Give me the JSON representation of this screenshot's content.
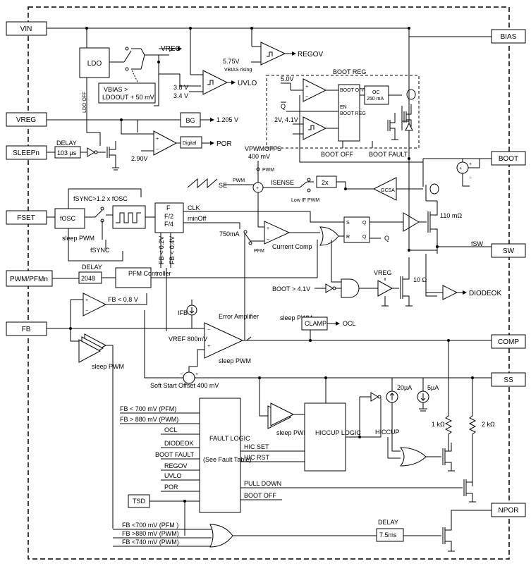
{
  "pins_left": {
    "vin": "VIN",
    "vreg": "VREG",
    "sleepn": "SLEEPn",
    "fset": "FSET",
    "pwm_pfmn": "PWM/PFMn",
    "fb": "FB"
  },
  "pins_right": {
    "bias": "BIAS",
    "boot": "BOOT",
    "sw": "SW",
    "comp": "COMP",
    "ss": "SS",
    "npor": "NPOR"
  },
  "blocks": {
    "ldo": "LDO",
    "ldo_off": "LDO OFF",
    "bg": "BG",
    "bg_out": "1.205 V",
    "vreg_out": "VREG",
    "regov": "REGOV",
    "regov_v": "5.75V",
    "regov_cond": "VBIAS rising",
    "uvlo": "UVLO",
    "uvlo_v1": "3.8 V",
    "uvlo_v2": "3.4 V",
    "vbias_cond1": "VBIAS >",
    "vbias_cond2": "LDOOUT + 50 mV",
    "por": "POR",
    "por_v": "2.90V",
    "digital": "Digital",
    "delay": "DELAY",
    "delay_val": "103 µs",
    "boot_reg": "BOOT REG",
    "boot_5v": "5.0V",
    "q_bar": "Q",
    "boot_2v": "2V, 4.1V",
    "boot_off_label": "BOOT OFF",
    "en_label": "EN",
    "boot_reg_label": "BOOT REG",
    "oc_label": "OC",
    "oc_val": "250 mA",
    "boot_off2": "BOOT OFF",
    "boot_fault": "BOOT FAULT",
    "vpwmoffs": "VPWMOFFS",
    "vpwmoffs_v": "400 mV",
    "se": "SE",
    "pwm": "PWM",
    "isense": "ISENSE",
    "gain2x": "2x",
    "gcsa": "GCSA",
    "low_if_pwm": "Low IF PWM",
    "fsync_cond": "fSYNC>1.2 x fOSC",
    "fosc": "fOSC",
    "sleep_pwm": "sleep PWM",
    "fsync": "fSYNC",
    "div_f": "F",
    "div_f2": "F/2",
    "div_f4": "F/4",
    "clk": "CLK",
    "minoff": "minOff",
    "fb_02": "FB < 0.2V",
    "fb_04": "FB < 0.4V",
    "ma750": "750mA",
    "pfm": "PFM",
    "current_comp": "Current Comp",
    "s_label": "S",
    "r_label": "R",
    "q_label": "Q",
    "qb_label": "Q",
    "fet_top": "110 mΩ",
    "fet_bot": "10 Ω",
    "fsw": "fSW",
    "delay2": "DELAY",
    "delay2_val": "2048",
    "pfm_ctrl": "PFM Controller",
    "boot41": "BOOT > 4.1V",
    "vreg2": "VREG",
    "diodeok": "DIODEOK",
    "fb_08": "FB < 0.8 V",
    "ifb": "IFB",
    "error_amp": "Error Amplifier",
    "vref": "VREF 800mV",
    "sleep_pwm2": "sleep PWM",
    "sleep_pwm3": "sleep PWM",
    "clamp": "CLAMP",
    "ocl": "OCL",
    "sleep_pwm4": "sleep PWM",
    "soft_start": "Soft Start Offset 400 mV",
    "ua20": "20µA",
    "ua5": "5µA",
    "k1": "1 kΩ",
    "k2": "2 kΩ",
    "hiccup_logic": "HICCUP LOGIC",
    "hiccup": "HICCUP",
    "sleep_pwm5": "sleep PWM",
    "fault_logic": "FAULT LOGIC",
    "fault_see": "(See Fault Table)",
    "f_in": [
      "FB < 700 mV (PFM)",
      "FB > 880 mV (PWM)",
      "OCL",
      "DIODEOK",
      "BOOT FAULT",
      "REGOV",
      "UVLO",
      "POR"
    ],
    "hic_set": "HIC SET",
    "hic_rst": "HIC RST",
    "pull_down": "PULL DOWN",
    "boot_off3": "BOOT OFF",
    "tsd": "TSD",
    "or_in": [
      "FB <700 mV (PFM )",
      "FB >880 mV (PWM)",
      "FB <740 mV (PWM)"
    ],
    "delay3": "DELAY",
    "delay3_val": "7.5ms"
  }
}
